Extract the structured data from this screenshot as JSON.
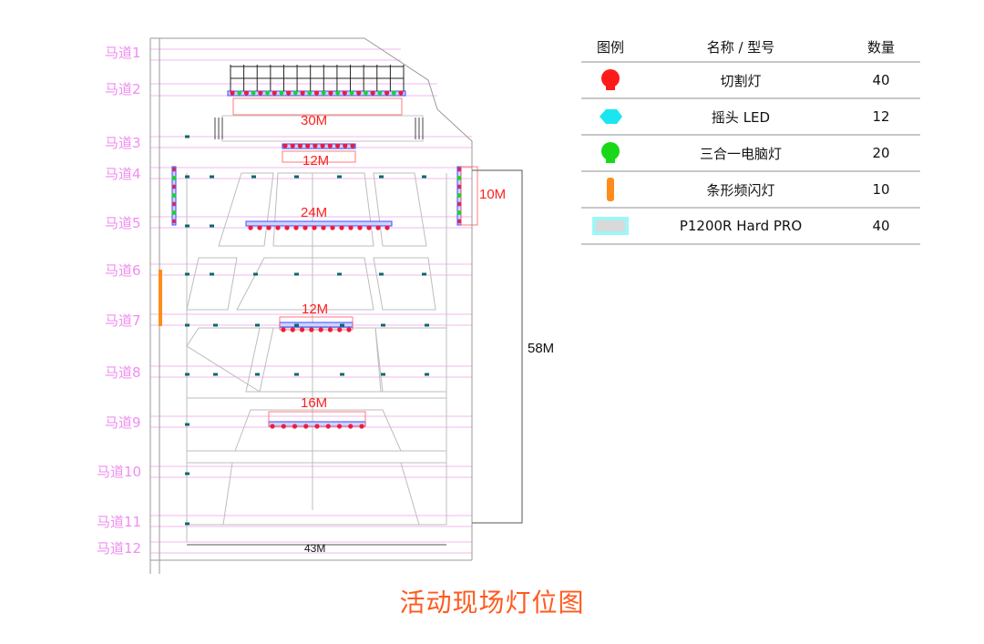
{
  "caption": "活动现场灯位图",
  "catwalks": [
    "马道1",
    "马道2",
    "马道3",
    "马道4",
    "马道5",
    "马道6",
    "马道7",
    "马道8",
    "马道9",
    "马道10",
    "马道11",
    "马道12"
  ],
  "dimensions": {
    "truss_30": "30M",
    "truss_12_top": "12M",
    "truss_24": "24M",
    "side_10": "10M",
    "truss_12_mid": "12M",
    "truss_16": "16M",
    "height_58": "58M",
    "width_43": "43M"
  },
  "legend": {
    "headers": {
      "icon": "图例",
      "name": "名称 / 型号",
      "qty": "数量"
    },
    "items": [
      {
        "name": "切割灯",
        "qty": "40",
        "icon": "red-spot-icon",
        "color": "#ff1a1a"
      },
      {
        "name": "摇头 LED",
        "qty": "12",
        "icon": "cyan-moving-head-icon",
        "color": "#19e6f0"
      },
      {
        "name": "三合一电脑灯",
        "qty": "20",
        "icon": "green-computer-light-icon",
        "color": "#18d818"
      },
      {
        "name": "条形频闪灯",
        "qty": "10",
        "icon": "orange-strobe-bar-icon",
        "color": "#ff8c1a"
      },
      {
        "name": "P1200R Hard PRO",
        "qty": "40",
        "icon": "p1200r-fixture-icon",
        "color": "#9ef6f8"
      }
    ]
  }
}
